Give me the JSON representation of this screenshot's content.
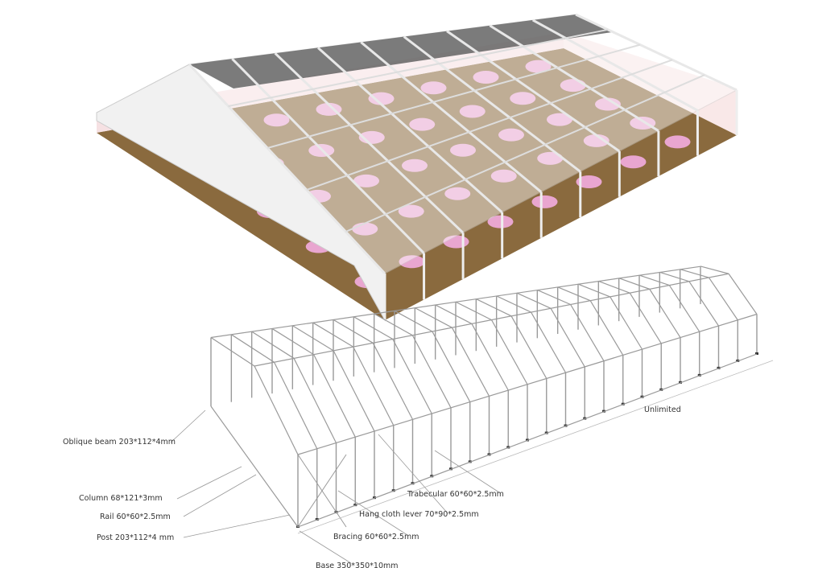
{
  "labels": {
    "oblique_beam": "Oblique beam 203*112*4mm",
    "column": "Column 68*121*3mm",
    "rail": "Rail 60*60*2.5mm",
    "post": "Post 203*112*4 mm",
    "trabecular": "Trabecular 60*60*2.5mm",
    "hang_cloth_lever": "Hang cloth lever 70*90*2.5mm",
    "bracing": "Bracing 60*60*2.5mm",
    "base": "Base 350*350*10mm",
    "length": "Unlimited"
  },
  "colors": {
    "floor": "#8a6a3e",
    "chairs": "#e9a6d0",
    "frame": "#9a9a9a",
    "roof_panel": "#5a5a5a"
  }
}
